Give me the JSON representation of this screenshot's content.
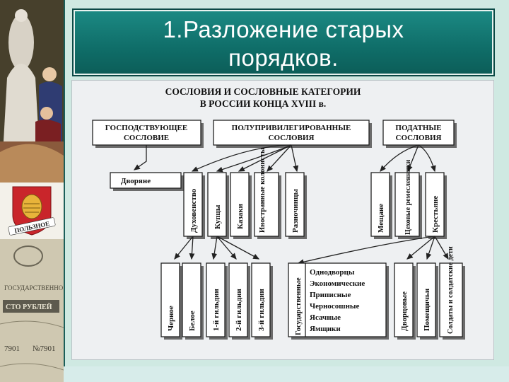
{
  "slide": {
    "title_line1": "1.Разложение старых",
    "title_line2": "порядков.",
    "colors": {
      "background": "#cfe9e2",
      "title_bar": "#0f6d68",
      "title_text": "#ffffff",
      "panel": "#eef0f2"
    }
  },
  "side_images": [
    {
      "name": "portrait-painting",
      "kind": "image"
    },
    {
      "name": "coat-of-arms",
      "kind": "image",
      "motto": "ПОЛЬЗНОЕ"
    },
    {
      "name": "banknote",
      "kind": "image",
      "text_lines": [
        "ГОСУДАРСТВЕННО",
        "СТО РУБЛЕЙ",
        "№7901",
        "7901"
      ]
    }
  ],
  "diagram": {
    "heading_line1": "СОСЛОВИЯ И СОСЛОВНЫЕ КАТЕГОРИИ",
    "heading_line2": "В РОССИИ КОНЦА XVIII в.",
    "top": {
      "ruling_line1": "ГОСПОДСТВУЮЩЕЕ",
      "ruling_line2": "СОСЛОВИЕ",
      "semi_line1": "ПОЛУПРИВИЛЕГИРОВАННЫЕ",
      "semi_line2": "СОСЛОВИЯ",
      "taxed_line1": "ПОДАТНЫЕ",
      "taxed_line2": "СОСЛОВИЯ"
    },
    "nobles": "Дворяне",
    "semi_groups": [
      "Духовенство",
      "Купцы",
      "Казаки",
      "Иностранные колонисты",
      "Разночинцы"
    ],
    "taxed_groups": [
      "Мещане",
      "Цеховые ремесленники",
      "Крестьяне"
    ],
    "clergy_kinds": [
      "Черное",
      "Белое"
    ],
    "merchant_guilds": [
      "1-й гильдии",
      "2-й гильдии",
      "3-й гильдии"
    ],
    "peasant_kinds": {
      "state": "Государственные",
      "state_categories": [
        "Однодворцы",
        "Экономические",
        "Приписные",
        "Черносошные",
        "Ясачные",
        "Ямщики"
      ],
      "palace": "Дворцовые",
      "landlord": "Помещичьи",
      "soldiers": "Солдаты и солдатские дети"
    }
  }
}
